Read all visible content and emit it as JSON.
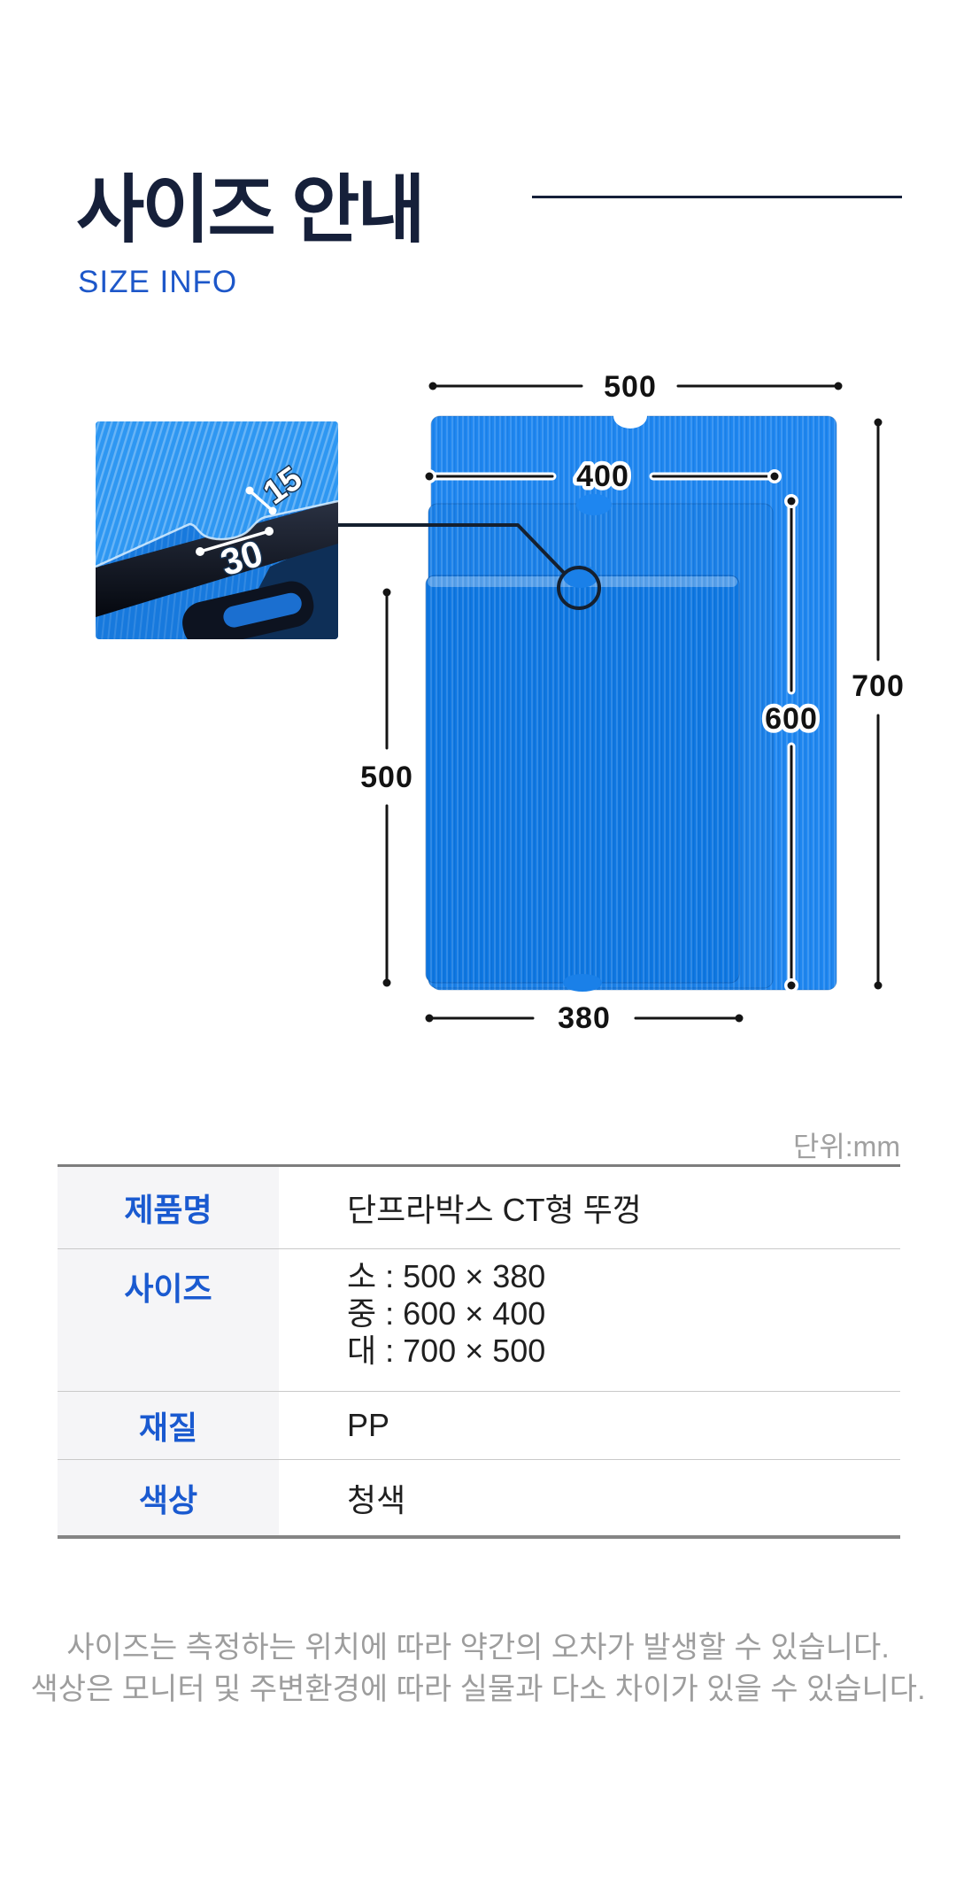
{
  "theme": {
    "title-navy": "#16203a",
    "accent-blue": "#1d57c9",
    "label-blue": "#1a5ad0",
    "text-dark": "#1f1f1f",
    "muted-gray": "#9d9d9d",
    "unit-gray": "#a0a0a0",
    "line-black": "#141414",
    "callout-navy": "#15202f",
    "lid-large": "#1e86f0",
    "lid-medium": "#1a80e8",
    "lid-small": "#0e77e2",
    "table-head-bg": "#f5f5f7",
    "border-strong": "#7d7d7d",
    "border-light": "#c9c9c9"
  },
  "header": {
    "title": "사이즈 안내",
    "subtitle": "SIZE INFO"
  },
  "diagram": {
    "width_large": "500",
    "width_medium": "400",
    "width_small": "380",
    "height_large": "700",
    "height_medium": "600",
    "height_small": "500",
    "detail_depth": "15",
    "detail_width": "30"
  },
  "table": {
    "unit_note": "단위:mm",
    "rows": [
      {
        "label": "제품명",
        "value": "단프라박스 CT형 뚜껑"
      },
      {
        "label": "사이즈",
        "values": [
          "소 : 500 × 380",
          "중 : 600 × 400",
          "대 : 700 × 500"
        ]
      },
      {
        "label": "재질",
        "value": "PP"
      },
      {
        "label": "색상",
        "value": "청색"
      }
    ]
  },
  "footer": {
    "line1": "사이즈는 측정하는 위치에 따라 약간의 오차가 발생할 수 있습니다.",
    "line2": "색상은 모니터 및 주변환경에 따라 실물과 다소 차이가 있을 수 있습니다."
  }
}
